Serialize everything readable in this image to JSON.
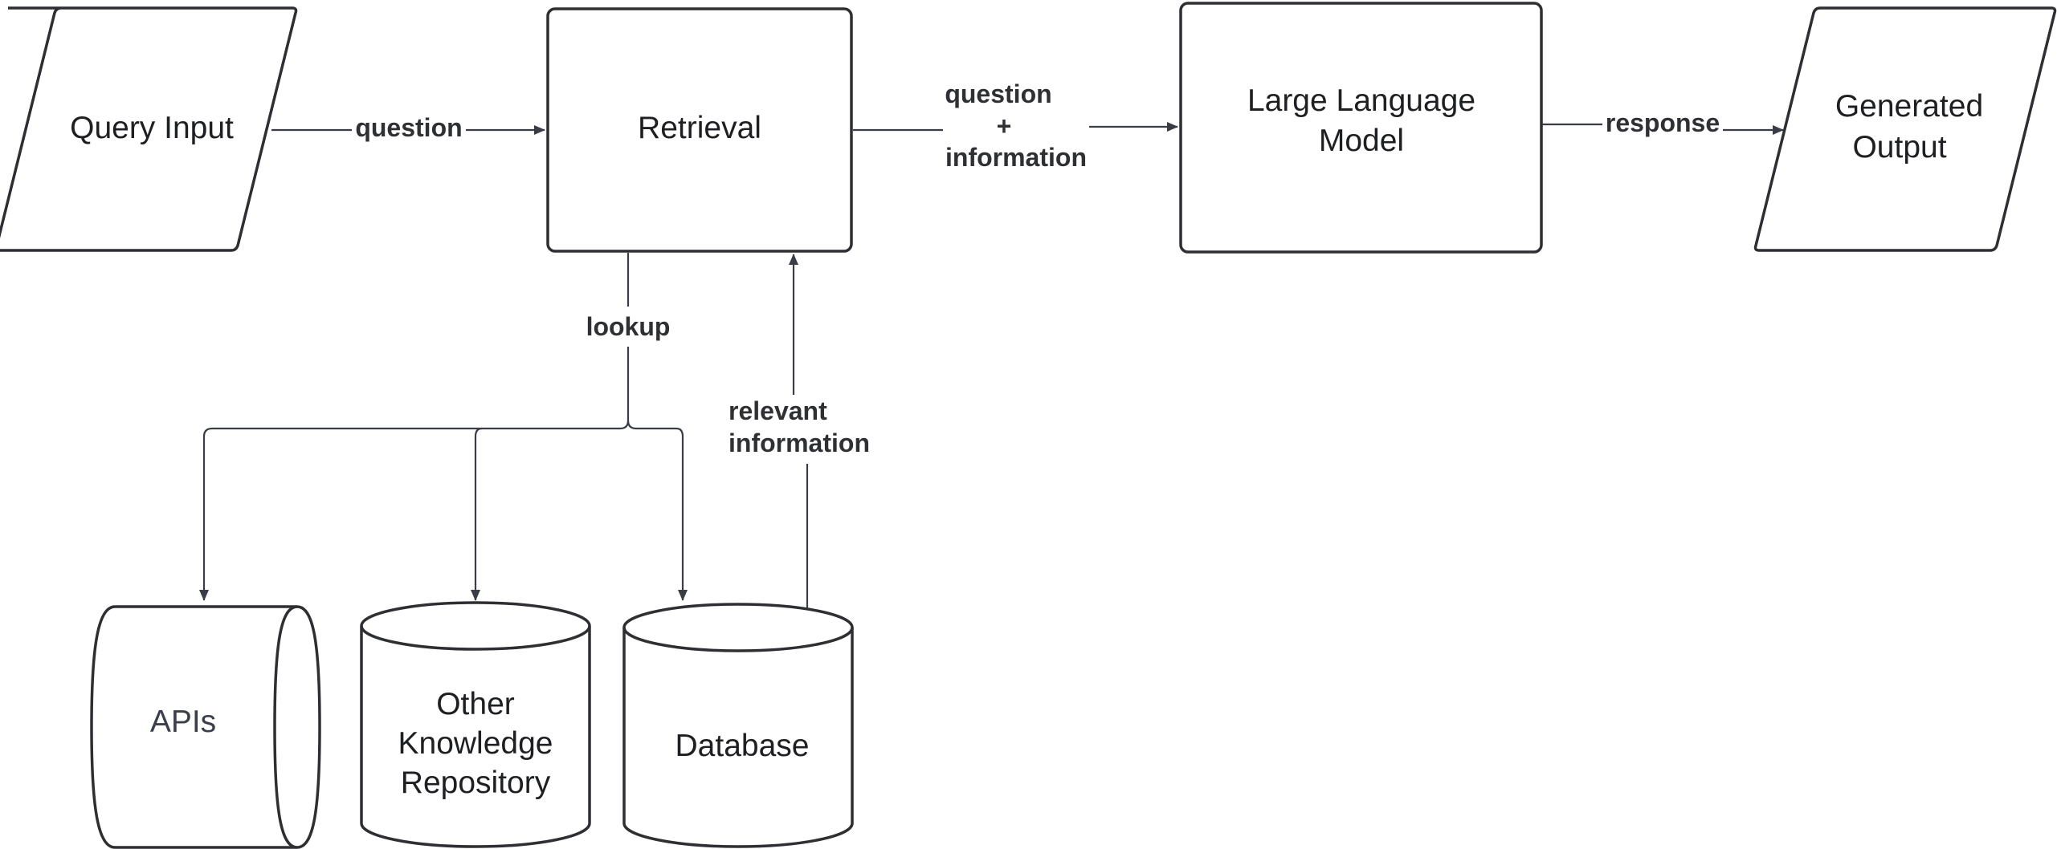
{
  "nodes": {
    "query_input": "Query Input",
    "retrieval": "Retrieval",
    "llm": [
      "Large Language",
      "Model"
    ],
    "generated_output": [
      "Generated",
      "Output"
    ],
    "apis": "APIs",
    "other_repo": [
      "Other",
      "Knowledge",
      "Repository"
    ],
    "database": "Database"
  },
  "edges": {
    "question": "question",
    "question_plus_information": [
      "question",
      "+",
      "information"
    ],
    "response": "response",
    "lookup": "lookup",
    "relevant_information": [
      "relevant",
      "information"
    ]
  }
}
